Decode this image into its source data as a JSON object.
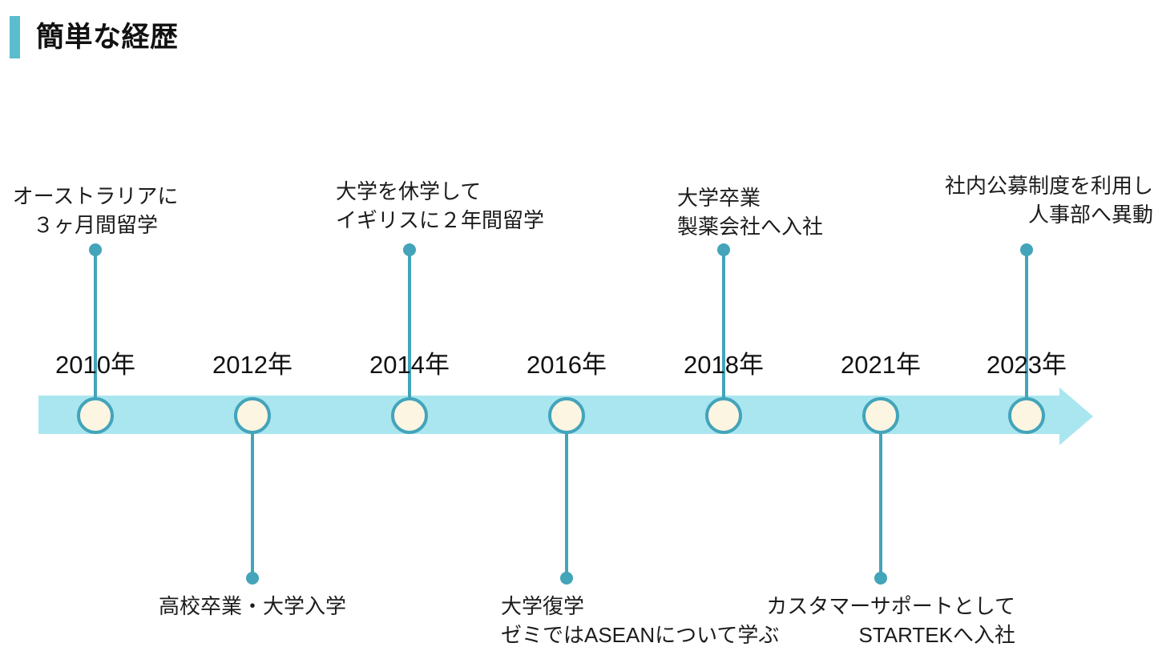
{
  "page": {
    "title": "簡単な経歴",
    "accent_color": "#5BBCCE",
    "bar_color": "#A9E6EF",
    "node_stroke_color": "#43A4BA",
    "node_fill_color": "#FCF5E2",
    "background_color": "#FFFFFF"
  },
  "timeline": {
    "arrow_direction": "right",
    "milestones": [
      {
        "year": "2010年",
        "side": "above",
        "caption_lines": [
          "オーストラリアに",
          "３ヶ月間留学"
        ]
      },
      {
        "year": "2012年",
        "side": "below",
        "caption_lines": [
          "高校卒業・大学入学"
        ]
      },
      {
        "year": "2014年",
        "side": "above",
        "caption_lines": [
          "大学を休学して",
          "イギリスに２年間留学"
        ]
      },
      {
        "year": "2016年",
        "side": "below",
        "caption_lines": [
          "大学復学",
          "ゼミではASEANについて学ぶ"
        ]
      },
      {
        "year": "2018年",
        "side": "above",
        "caption_lines": [
          "大学卒業",
          "製薬会社へ入社"
        ]
      },
      {
        "year": "2021年",
        "side": "below",
        "caption_lines": [
          "カスタマーサポートとして",
          "STARTEKへ入社"
        ]
      },
      {
        "year": "2023年",
        "side": "above",
        "caption_lines": [
          "社内公募制度を利用し",
          "人事部へ異動"
        ]
      }
    ]
  }
}
